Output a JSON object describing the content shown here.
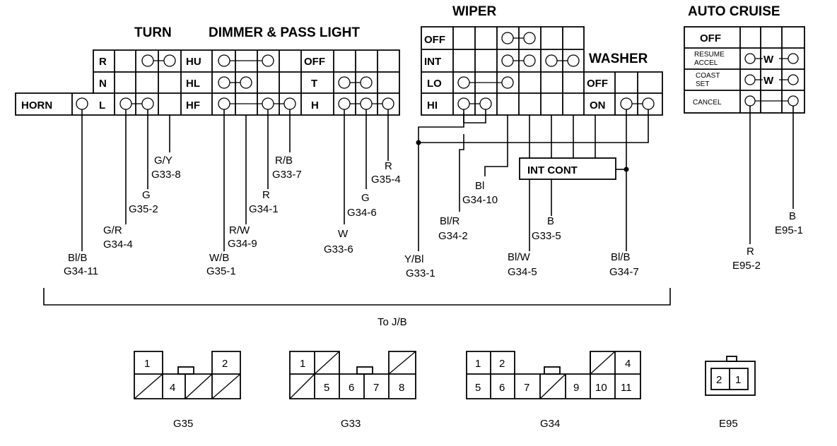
{
  "headers": {
    "turn": "TURN",
    "dimmer": "DIMMER & PASS LIGHT",
    "wiper": "WIPER",
    "washer": "WASHER",
    "auto_cruise": "AUTO CRUISE"
  },
  "turn_rows": [
    "R",
    "N",
    "L"
  ],
  "horn": "HORN",
  "dimmer_rows": [
    "HU",
    "HL",
    "HF"
  ],
  "light_rows": [
    "OFF",
    "T",
    "H"
  ],
  "wiper_rows": [
    "OFF",
    "INT",
    "LO",
    "HI"
  ],
  "washer_rows": [
    "OFF",
    "ON"
  ],
  "cruise_rows": [
    "OFF",
    "RESUME",
    "ACCEL",
    "COAST",
    "SET",
    "CANCEL"
  ],
  "cruise_w": "W",
  "int_cont": "INT CONT",
  "wire_labels": [
    {
      "color": "Bl/B",
      "pin": "G34-11"
    },
    {
      "color": "G/R",
      "pin": "G34-4"
    },
    {
      "color": "G",
      "pin": "G35-2"
    },
    {
      "color": "G/Y",
      "pin": "G33-8"
    },
    {
      "color": "W/B",
      "pin": "G35-1"
    },
    {
      "color": "R/W",
      "pin": "G34-9"
    },
    {
      "color": "R",
      "pin": "G34-1"
    },
    {
      "color": "R/B",
      "pin": "G33-7"
    },
    {
      "color": "W",
      "pin": "G33-6"
    },
    {
      "color": "G",
      "pin": "G34-6"
    },
    {
      "color": "R",
      "pin": "G35-4"
    },
    {
      "color": "Y/Bl",
      "pin": "G33-1"
    },
    {
      "color": "Bl/R",
      "pin": "G34-2"
    },
    {
      "color": "Bl",
      "pin": "G34-10"
    },
    {
      "color": "Bl/W",
      "pin": "G34-5"
    },
    {
      "color": "B",
      "pin": "G33-5"
    },
    {
      "color": "Bl/B",
      "pin": "G34-7"
    },
    {
      "color": "R",
      "pin": "E95-2"
    },
    {
      "color": "B",
      "pin": "E95-1"
    }
  ],
  "to_jb": "To J/B",
  "connectors": [
    {
      "name": "G35",
      "pins": [
        "1",
        "2",
        "4"
      ]
    },
    {
      "name": "G33",
      "pins": [
        "1",
        "5",
        "6",
        "7",
        "8"
      ]
    },
    {
      "name": "G34",
      "pins": [
        "1",
        "2",
        "4",
        "5",
        "6",
        "7",
        "9",
        "10",
        "11"
      ]
    },
    {
      "name": "E95",
      "pins": [
        "2",
        "1"
      ]
    }
  ]
}
